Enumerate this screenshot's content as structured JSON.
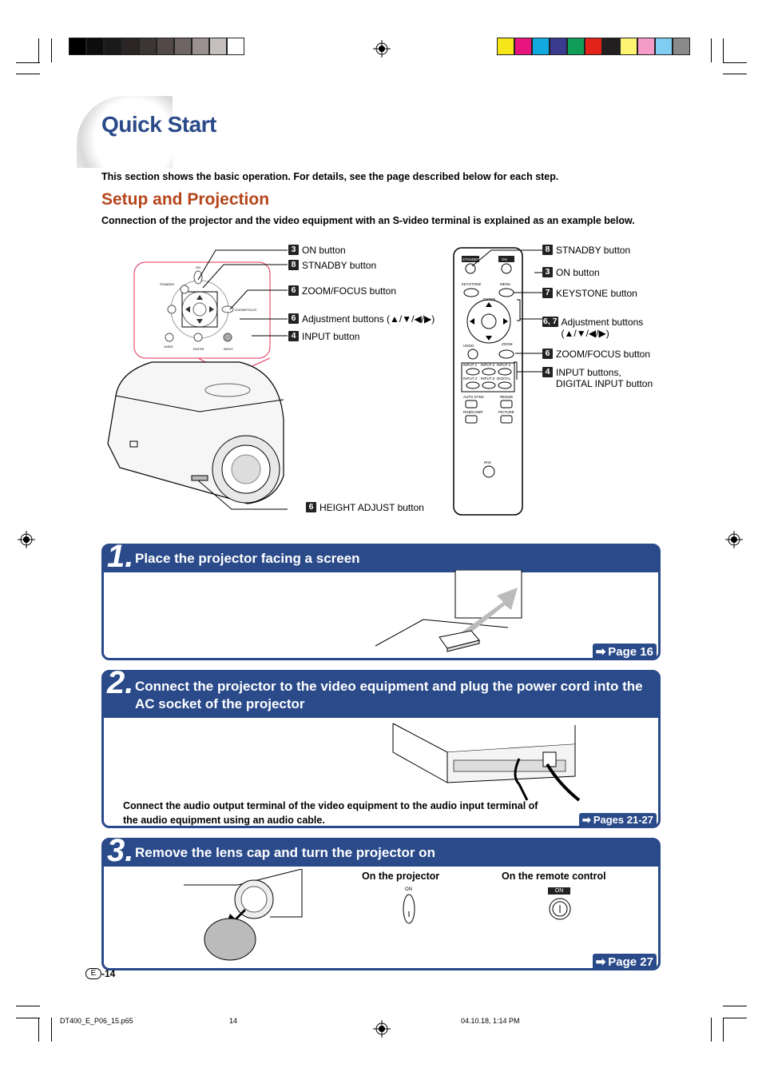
{
  "print_marks": {
    "gray_swatches": [
      "#000000",
      "#0d0d0d",
      "#1a1a1a",
      "#2b2625",
      "#3b3533",
      "#534a47",
      "#6e6563",
      "#9a9190",
      "#c5bfbe",
      "#ffffff"
    ],
    "color_swatches": [
      "#f5e61a",
      "#e8157f",
      "#11a9e0",
      "#3a3a8e",
      "#0f9d58",
      "#e2231a",
      "#231f20",
      "#fff372",
      "#f59bc8",
      "#7fcdf0",
      "#8a8a8a"
    ]
  },
  "page": {
    "title": "Quick Start",
    "intro": "This section shows the basic operation. For details, see the page described below for each step.",
    "section_heading": "Setup and Projection",
    "section_desc": "Connection of the projector and the video equipment with an S-video terminal is explained as an example below."
  },
  "projector_callouts": [
    {
      "num": "3",
      "label": "ON button"
    },
    {
      "num": "8",
      "label": "STNADBY button"
    },
    {
      "num": "6",
      "label": "ZOOM/FOCUS button"
    },
    {
      "num": "6",
      "label": "Adjustment buttons (▲/▼/◀/▶)"
    },
    {
      "num": "4",
      "label": "INPUT button"
    }
  ],
  "height_callout": {
    "num": "6",
    "label": "HEIGHT ADJUST button"
  },
  "remote_callouts": [
    {
      "num": "8",
      "label": "STNADBY button"
    },
    {
      "num": "3",
      "label": "ON button"
    },
    {
      "num": "7",
      "label": "KEYSTONE button"
    },
    {
      "num": "6, 7",
      "label": "Adjustment buttons",
      "label2": "(▲/▼/◀/▶)"
    },
    {
      "num": "6",
      "label": "ZOOM/FOCUS button"
    },
    {
      "num": "4",
      "label": "INPUT buttons,",
      "label2": "DIGITAL INPUT button"
    }
  ],
  "projector_panel": {
    "standby": "STANDBY",
    "on": "ON",
    "zoom_focus": "ZOOM/FOCUS",
    "undo": "UNDO",
    "enter": "ENTER",
    "input": "INPUT"
  },
  "remote_labels": {
    "standby": "STANDBY",
    "on": "ON",
    "keystone": "KEYSTONE",
    "menu": "MENU",
    "enter": "ENTER",
    "undo": "UNDO",
    "zoom": "ZOOM",
    "input1": "INPUT 1",
    "input2": "INPUT 2",
    "input3": "INPUT 3",
    "input4": "INPUT 4",
    "input5": "INPUT 5",
    "digital": "DIGITAL INPUT",
    "auto_sync": "AUTO SYNC",
    "resize": "RESIZE",
    "rgb_comp": "RGB/COMP.",
    "picture_mode": "PICTURE MODE",
    "iris": "IRIS"
  },
  "steps": [
    {
      "num": "1.",
      "title": "Place the projector facing a screen",
      "ref": "Page 16"
    },
    {
      "num": "2.",
      "title": "Connect the projector to the video equipment and plug the power cord into the AC socket of the projector",
      "ref": "Pages 21-27",
      "note": "Connect the audio output terminal of the video equipment to the audio input terminal of the audio equipment using an audio cable."
    },
    {
      "num": "3.",
      "title": "Remove the lens cap and turn the projector on",
      "ref": "Page 27",
      "on_projector": "On the projector",
      "on_remote": "On the remote control",
      "on_label": "ON"
    }
  ],
  "page_number": {
    "letter": "E",
    "num": "-14"
  },
  "footer": {
    "file": "DT400_E_P06_15.p65",
    "page": "14",
    "date": "04.10.18, 1:14 PM"
  }
}
